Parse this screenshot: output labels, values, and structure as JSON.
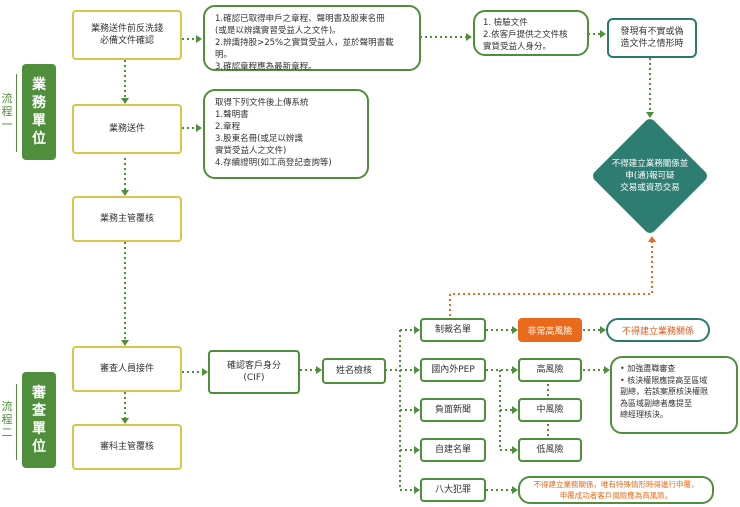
{
  "lanes": {
    "business": {
      "label": "業\n務\n單\n位",
      "flow": "流\n程\n一"
    },
    "review": {
      "label": "審\n查\n單\n位",
      "flow": "流\n程\n二"
    }
  },
  "nodes": {
    "pre_check": "業務送件前反洗錢\n必備文件確認",
    "pre_check_note": "1.確認已取得申戶之章程、聲明書及股東名冊\n  (或是以辨識實習受益人之文件)。\n2.辨識持股>25%之實質受益人，並於聲明書載明。\n3.確認章程應為最新章程。",
    "verify_docs": "1. 檢驗文件\n2.依客戶提供之文件核\n  實質受益人身分。",
    "found_false": "發現有不實或偽\n造文件之情形時",
    "submit": "業務送件",
    "submit_note": "取得下列文件後上傳系統\n1.聲明書\n2.章程\n3.股東名冊(或足以辨識\n  實質受益人之文件)\n4.存續證明(如工商登記查詢等)",
    "biz_supervisor": "業務主管覆核",
    "reject": "不得建立業務關係並\n申(通)報可疑\n交易或資恐交易",
    "reviewer": "審查人員接件",
    "review_supervisor": "審科主管覆核",
    "confirm_id": "確認客戶身分\n(CIF)",
    "name_check": "姓名檢核",
    "sanction": "制裁名單",
    "pep": "國內外PEP",
    "negative_news": "負面新聞",
    "custom_list": "自建名單",
    "eight_crimes": "八大犯罪",
    "very_high": "非常高風險",
    "no_relation": "不得建立業務關係",
    "high": "高風險",
    "medium": "中風險",
    "low": "低風險",
    "high_note": "• 加強盡職審查\n• 核決權限應提高至區域\n  副總，若該案原核決權限\n  為區域副總者應提至\n  總經理核決。",
    "warning": "不得建立業務關係，唯有特殊情形時得進行申覆，\n申覆成功者客戶風險應為高風險。"
  },
  "colors": {
    "green": "#4f8e3a",
    "yellow": "#d6c64a",
    "teal": "#2d7d73",
    "orange": "#e86a1a"
  }
}
